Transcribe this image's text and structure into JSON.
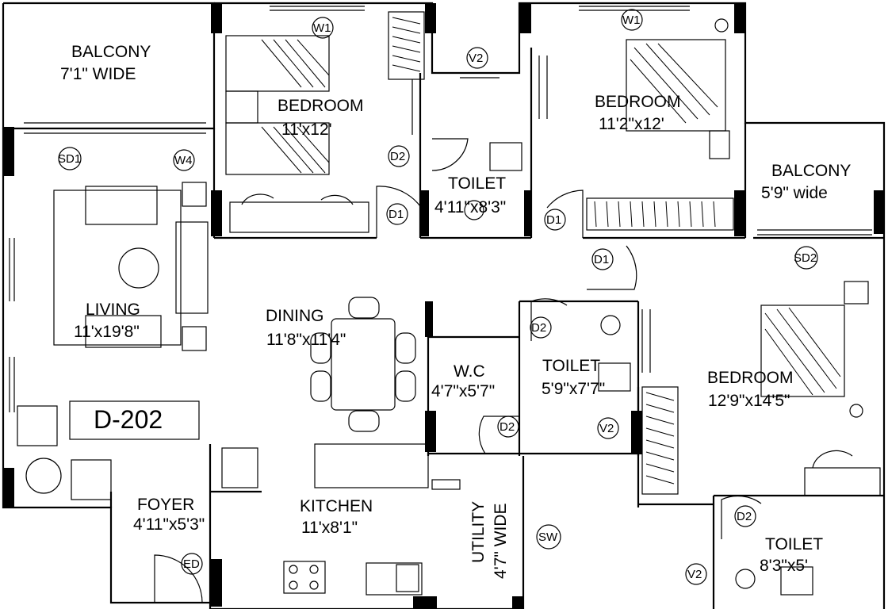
{
  "plan_id": "D-202",
  "rooms": [
    {
      "name": "BALCONY",
      "size": "7'1\" WIDE"
    },
    {
      "name": "BEDROOM",
      "size": "11'x12'"
    },
    {
      "name": "TOILET",
      "size": "4'11\"x8'3\""
    },
    {
      "name": "BEDROOM",
      "size": "11'2\"x12'"
    },
    {
      "name": "BALCONY",
      "size": "5'9\" wide"
    },
    {
      "name": "LIVING",
      "size": "11'x19'8\""
    },
    {
      "name": "DINING",
      "size": "11'8\"x11'4\""
    },
    {
      "name": "W.C",
      "size": "4'7\"x5'7\""
    },
    {
      "name": "TOILET",
      "size": "5'9\"x7'7\""
    },
    {
      "name": "BEDROOM",
      "size": "12'9\"x14'5\""
    },
    {
      "name": "FOYER",
      "size": "4'11\"x5'3\""
    },
    {
      "name": "KITCHEN",
      "size": "11'x8'1\""
    },
    {
      "name": "UTILITY",
      "size": "4'7\" WIDE"
    },
    {
      "name": "TOILET",
      "size": "8'3\"x5'"
    }
  ],
  "tags": [
    "W1",
    "V2",
    "W1",
    "D2",
    "SD1",
    "W4",
    "D1",
    "D1",
    "D1",
    "SD2",
    "D2",
    "D2",
    "V2",
    "SW",
    "D2",
    "V2",
    "ED"
  ]
}
